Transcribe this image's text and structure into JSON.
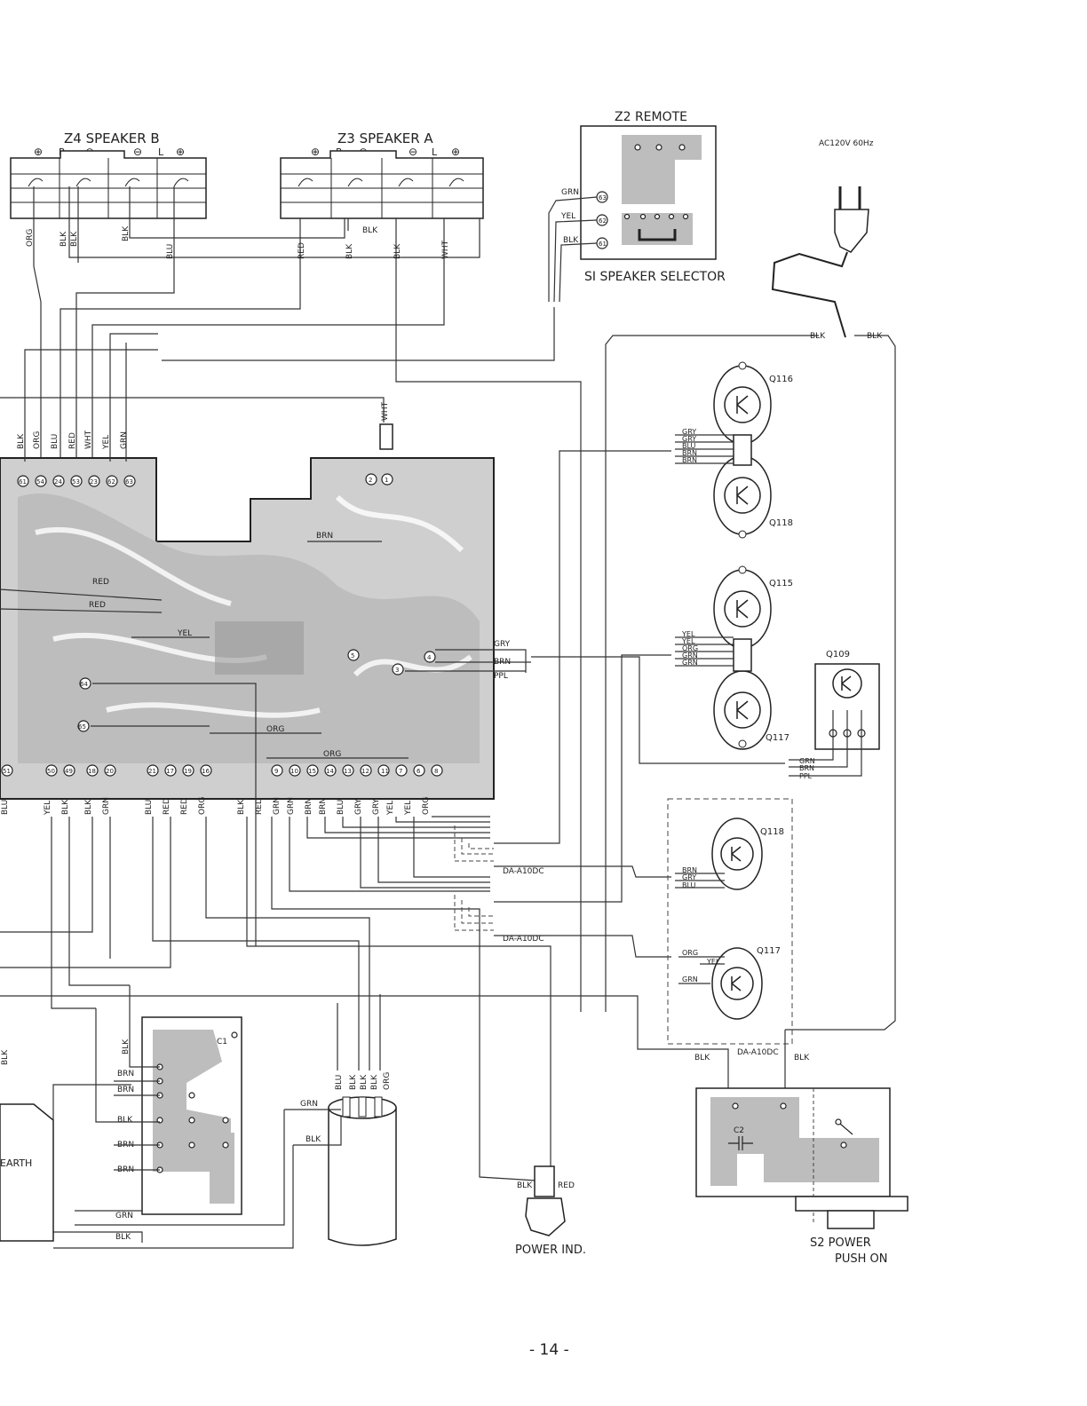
{
  "speakers": {
    "b": {
      "title": "Z4 SPEAKER B",
      "pol": [
        "⊕",
        "R",
        "⊖",
        "⊖",
        "L",
        "⊕"
      ]
    },
    "a": {
      "title": "Z3 SPEAKER A",
      "pol": [
        "⊕",
        "R",
        "⊖",
        "⊖",
        "L",
        "⊕"
      ]
    }
  },
  "remote": {
    "title": "Z2 REMOTE",
    "selector": "SI SPEAKER SELECTOR",
    "wires": [
      "GRN",
      "YEL",
      "BLK"
    ],
    "pins": [
      "63",
      "62",
      "61"
    ]
  },
  "ac": {
    "label": "AC120V 60Hz",
    "wires": [
      "BLK",
      "BLK"
    ]
  },
  "speaker_wires": {
    "b": [
      "ORG",
      "BLK",
      "BLK",
      "BLK",
      "BLU"
    ],
    "a": [
      "RED",
      "BLK",
      "BLK",
      "WHT"
    ],
    "mid": "BLK"
  },
  "main_board": {
    "top_wires": [
      "BLK",
      "ORG",
      "BLU",
      "RED",
      "WHT",
      "YEL",
      "GRN"
    ],
    "top_pins": [
      "61",
      "54",
      "24",
      "53",
      "23",
      "62",
      "63"
    ],
    "wht_wire": "WHT",
    "wht_pins": [
      "2",
      "1"
    ],
    "inner_labels": [
      "BRN",
      "RED",
      "RED",
      "YEL",
      "ORG",
      "ORG"
    ],
    "mid_pins": [
      "5",
      "3",
      "4",
      "64",
      "65"
    ],
    "right_wires": [
      "GRY",
      "BRN",
      "PPL"
    ],
    "bottom_pins": [
      "51",
      "50",
      "49",
      "18",
      "20",
      "21",
      "17",
      "19",
      "16",
      "9",
      "10",
      "15",
      "14",
      "13",
      "12",
      "11",
      "7",
      "6",
      "8"
    ],
    "bottom_wires_left": [
      "BLU",
      "YEL",
      "BLK",
      "BLK",
      "GRN",
      "BLU",
      "RED",
      "RED",
      "ORG"
    ],
    "bottom_wires_right": [
      "BLK",
      "RED",
      "GRN",
      "GRN",
      "BRN",
      "BRN",
      "BLU",
      "GRY",
      "GRY",
      "YEL",
      "YEL",
      "ORG"
    ]
  },
  "transistors": {
    "q116": "Q116",
    "q118": "Q118",
    "q115": "Q115",
    "q117": "Q117",
    "q109": "Q109",
    "group1_wires": [
      "GRY",
      "GRY",
      "BLU",
      "BRN",
      "BRN"
    ],
    "group2_wires": [
      "YEL",
      "YEL",
      "ORG",
      "GRN",
      "GRN"
    ],
    "q109_wires": [
      "GRN",
      "BRN",
      "PPL"
    ],
    "opt_q118": "Q118",
    "opt_q117": "Q117",
    "opt_q118_wires": [
      "BRN",
      "GRY",
      "BLU"
    ],
    "opt_q117_wires": [
      "ORG",
      "YEL",
      "GRN"
    ],
    "option_label": "DA-A10DC"
  },
  "option_tags": [
    "DA-A10DC",
    "DA-A10DC"
  ],
  "power_board": {
    "wires": [
      "BLK",
      "BRN",
      "BRN",
      "BLK",
      "BRN",
      "BRN"
    ],
    "cap": "C1",
    "bottom": [
      "GRN",
      "BLK"
    ],
    "left_wire": "BLK",
    "earth": "EARTH"
  },
  "capacitor": {
    "wires": [
      "BLU",
      "BLK",
      "BLK",
      "BLK",
      "ORG"
    ],
    "side": [
      "GRN",
      "BLK"
    ]
  },
  "power_ind": {
    "label": "POWER IND.",
    "wires": [
      "BLK",
      "RED"
    ]
  },
  "s2": {
    "title": "S2 POWER",
    "subtitle": "PUSH ON",
    "cap": "C2",
    "wires": [
      "BLK",
      "BLK"
    ]
  },
  "page_number": "- 14 -"
}
